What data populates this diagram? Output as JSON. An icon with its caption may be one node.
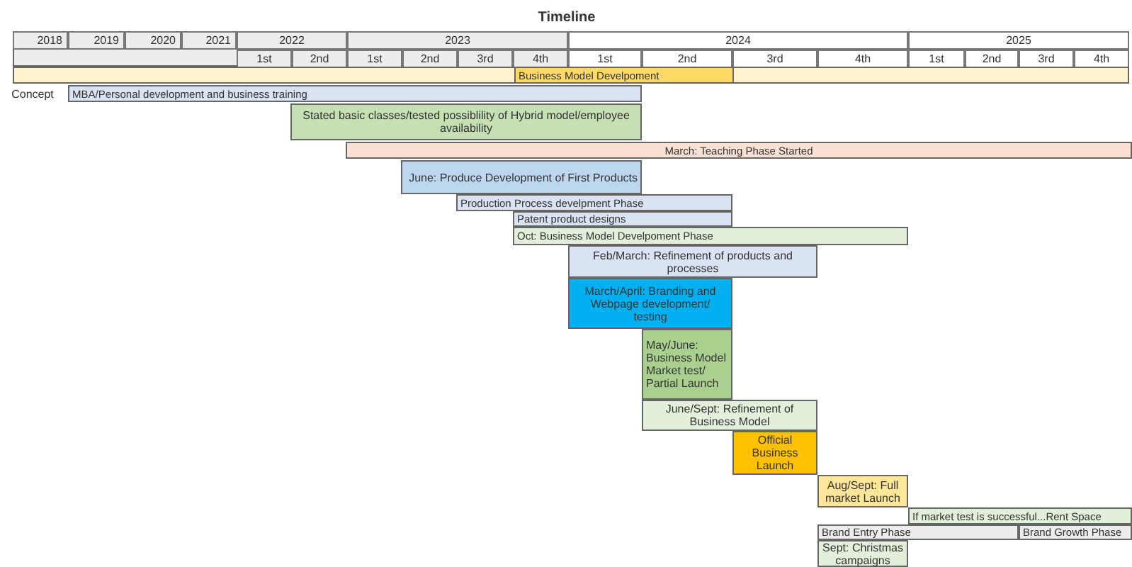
{
  "diagram": {
    "title": "Timeline",
    "nodes": [
      {
        "text": [],
        "shape": "bar"
      },
      {
        "text": [
          "Business Model Develpoment"
        ],
        "in": 0
      },
      {
        "text": [
          "MBA/Personal development and business training"
        ]
      },
      {
        "text": [
          "Stated basic classes/tested possiblility of Hybrid model/employee availability"
        ]
      },
      {
        "text": [
          "March: Teaching Phase Started"
        ]
      },
      {
        "text": [
          "June: Produce Development of First Products"
        ]
      },
      {
        "text": [
          "Production Process develpment Phase"
        ]
      },
      {
        "text": [
          "Patent product designs"
        ]
      },
      {
        "text": [
          "Oct: Business Model Develpoment Phase"
        ]
      },
      {
        "text": [
          "Feb/March: Refinement of products and processes"
        ]
      },
      {
        "text": [
          "March/April: Branding and Webpage development/ testing"
        ]
      },
      {
        "text": [
          "May/June: Business Model Market test/ Partial Launch"
        ]
      },
      {
        "text": [
          "June/Sept: Refinement of Business Model"
        ]
      },
      {
        "text": [
          "Official Business Launch"
        ]
      },
      {
        "text": [
          "Aug/Sept: Full market Launch"
        ]
      },
      {
        "text": [
          "If market test is successful...Rent Space"
        ]
      },
      {
        "text": [
          "Brand Entry Phase"
        ]
      },
      {
        "text": [
          "Brand Growth Phase"
        ]
      },
      {
        "text": [
          "Sept: Christmas campaigns"
        ]
      }
    ],
    "labels": [
      "2018",
      "2019",
      "2020",
      "2021",
      "2022",
      "2023",
      "2024",
      "2025",
      "1st",
      "2nd",
      "1st",
      "2nd",
      "3rd",
      "4th",
      "1st",
      "2nd",
      "3rd",
      "4th",
      "1st",
      "2nd",
      "3rd",
      "4th",
      "Concept"
    ]
  }
}
